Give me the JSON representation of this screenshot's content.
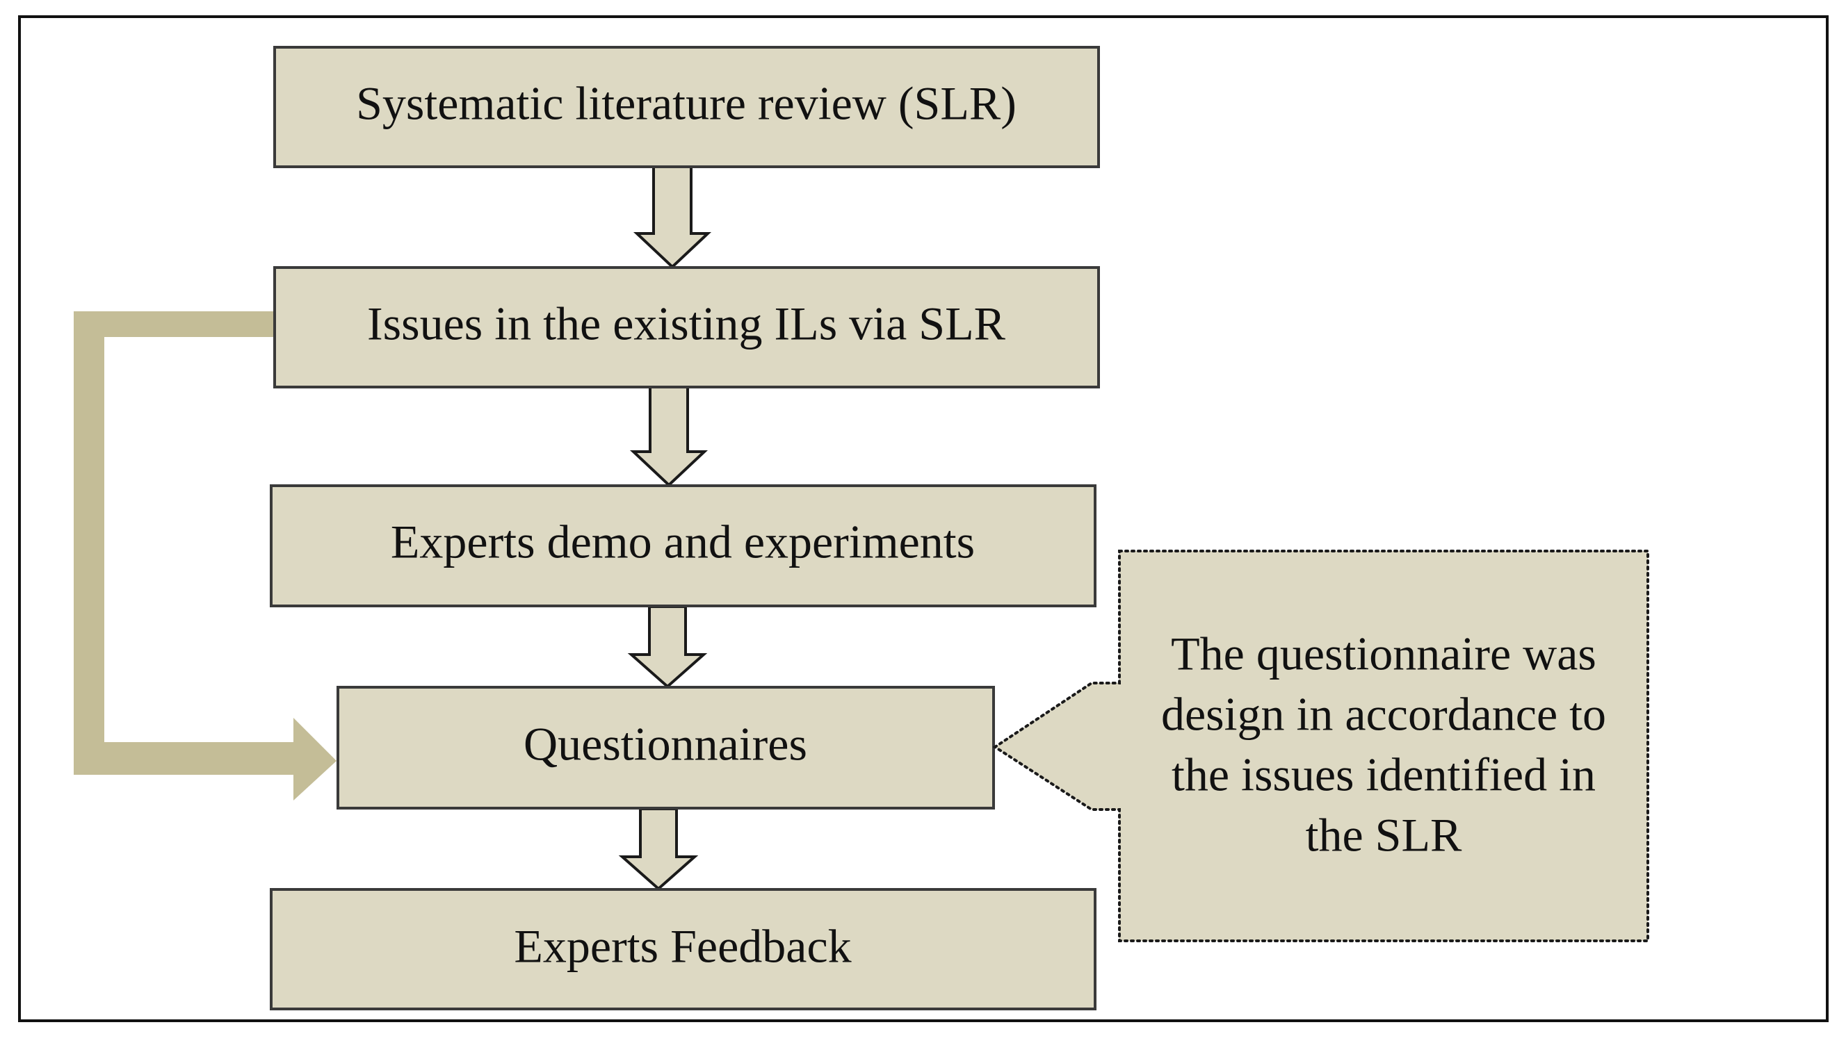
{
  "colors": {
    "box_fill": "#ddd9c3",
    "box_stroke": "#3a3a3a",
    "connector_fill": "#c4bd97",
    "frame_stroke": "#111111",
    "text": "#111111"
  },
  "steps": [
    {
      "label": "Systematic literature review (SLR)"
    },
    {
      "label": "Issues in the existing ILs via SLR"
    },
    {
      "label": "Experts demo and experiments"
    },
    {
      "label": "Questionnaires"
    },
    {
      "label": "Experts Feedback"
    }
  ],
  "callout": {
    "lines": [
      "The questionnaire was",
      "design in accordance to",
      "the issues identified in",
      "the SLR"
    ]
  }
}
